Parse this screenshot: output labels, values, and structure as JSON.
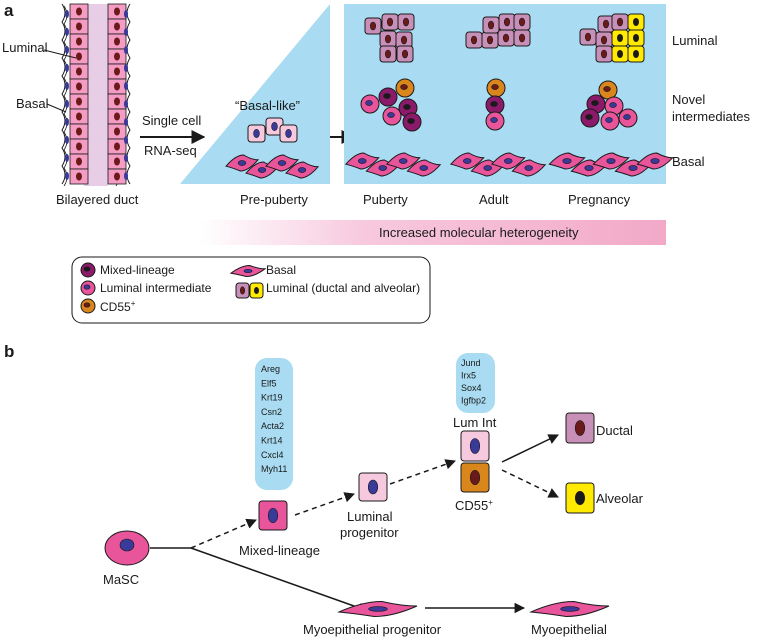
{
  "panel_a": {
    "letter": "a",
    "duct_labels": {
      "luminal": "Luminal",
      "basal": "Basal",
      "caption": "Bilayered duct"
    },
    "arrow_label_1": "Single cell",
    "arrow_label_2": "RNA-seq",
    "basal_like": "“Basal-like”",
    "stages": [
      "Pre-puberty",
      "Puberty",
      "Adult",
      "Pregnancy"
    ],
    "row_labels": {
      "luminal": "Luminal",
      "novel_1": "Novel",
      "novel_2": "intermediates",
      "basal": "Basal"
    },
    "heterogeneity": "Increased molecular heterogeneity",
    "legend": {
      "mixed": "Mixed-lineage",
      "luminal_int": "Luminal intermediate",
      "cd55": "CD55",
      "cd55_sup": "+",
      "basal": "Basal",
      "luminal": "Luminal (ductal and alveolar)"
    }
  },
  "panel_b": {
    "letter": "b",
    "masc": "MaSC",
    "mixed": "Mixed-lineage",
    "luminal_prog_1": "Luminal",
    "luminal_prog_2": "progenitor",
    "genes_1": [
      "Areg",
      "Elf5",
      "Krt19",
      "Csn2",
      "Acta2",
      "Krt14",
      "Cxcl4",
      "Myh11"
    ],
    "genes_2": [
      "Jund",
      "Irx5",
      "Sox4",
      "Igfbp2"
    ],
    "lum_int": "Lum Int",
    "cd55": "CD55",
    "cd55_sup": "+",
    "ductal": "Ductal",
    "alveolar": "Alveolar",
    "myo_prog": "Myoepithelial progenitor",
    "myo": "Myoepithelial"
  },
  "colors": {
    "light_blue": "#a9dcf2",
    "pink": "#e8559a",
    "light_pink": "#f7c9de",
    "mauve": "#c890b8",
    "purple": "#8c1a6a",
    "orange": "#d9861c",
    "yellow": "#ffea00",
    "nucleus_blue": "#3a3a9a",
    "nucleus_brown": "#6b1a1a"
  }
}
